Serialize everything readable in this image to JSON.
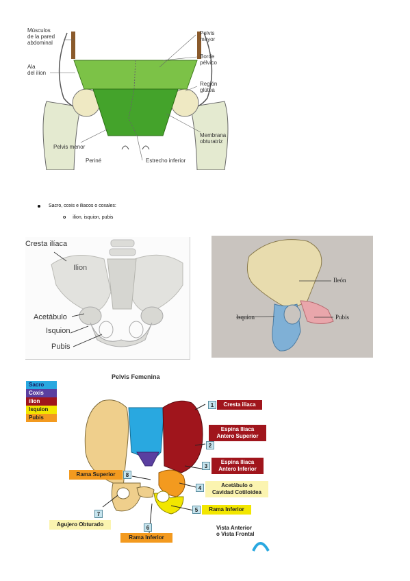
{
  "figure1": {
    "labels": {
      "musculos": "Músculos\nde la pared\nabdominal",
      "ala": "Ala\ndel ilion",
      "pelvis_menor": "Pelvis menor",
      "perine": "Periné",
      "pelvis_mayor": "Pelvis\nmayor",
      "borde": "Borde\npélvico",
      "region": "Región\nglútea",
      "membrana": "Membrana\nobturatriz",
      "estrecho": "Estrecho inferior"
    }
  },
  "bullets": {
    "item1": "Sacro, coxis e iliacos o coxales:",
    "sub_marker": "o",
    "item2": "ilion, isquion, pubis"
  },
  "figure2": {
    "labels": {
      "cresta": "Cresta ilíaca",
      "ilion": "Ilion",
      "acetabulo": "Acetábulo",
      "isquion": "Isquion",
      "pubis": "Pubis"
    }
  },
  "figure3": {
    "labels": {
      "ileon": "Ileón",
      "isquion": "Isquion",
      "pubis": "Pubis"
    }
  },
  "figure4": {
    "title": "Pelvis Femenina",
    "legend": [
      {
        "label": "Sacro",
        "color": "#29a8e0"
      },
      {
        "label": "Coxis",
        "color": "#5a3fa0"
      },
      {
        "label": "ilion",
        "color": "#a0151c"
      },
      {
        "label": "Isquion",
        "color": "#f2e600"
      },
      {
        "label": "Pubis",
        "color": "#f39a1f"
      }
    ],
    "callouts": {
      "n1": "1",
      "t1": "Cresta iliaca",
      "n2": "2",
      "t2": "Espina Iliaca\nAntero Superior",
      "n3": "3",
      "t3": "Espina Iliaca\nAntero Inferior",
      "n4": "4",
      "t4": "Acetábulo o\nCavidad Cotiloidea",
      "n5": "5",
      "t5": "Rama Inferior",
      "n6": "6",
      "t6": "Rama Inferior",
      "n7": "7",
      "t7": "Agujero Obturado",
      "n8": "8",
      "t8": "Rama Superior"
    },
    "view": "Vista Anterior\no Vista Frontal"
  }
}
